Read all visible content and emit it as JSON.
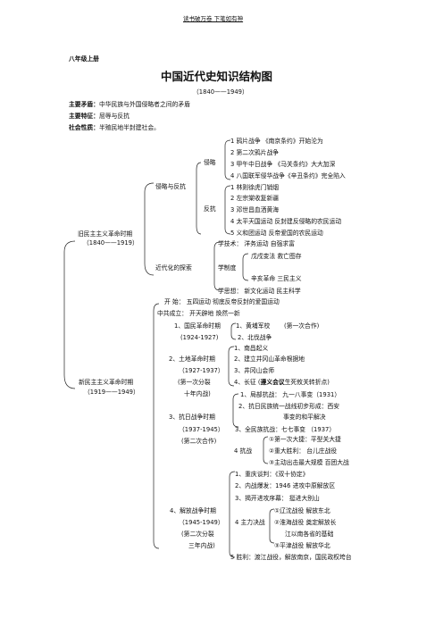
{
  "header": "读书破万卷 下笔如有神",
  "grade": "八年级上册",
  "title": "中国近代史知识结构图",
  "period": "（1840——1949）",
  "contradiction_label": "主要矛盾：",
  "contradiction": "中华民族与外国侵略者之间的矛盾",
  "feature_label": "主要特征：",
  "feature": "屈辱与反抗",
  "nature_label": "社会性质：",
  "nature": "半殖民地半封建社会。",
  "part1": {
    "title": "旧民主主义革命时期",
    "years": "（1840——1919）",
    "branch1": "侵略与反抗",
    "qinlue_label": "侵略",
    "qinlue": [
      "1 鸦片战争            《南京条约》开始沦为",
      "2 第二次鸦片战争",
      "3 甲午中日战争        《马关条约》大大加深",
      "4 八国联军侵华战争《辛丑条约》完全陷入"
    ],
    "fankang_label": "反抗",
    "fankang": [
      "1 林则徐虎门销烟",
      "2 左宗棠收复新疆",
      "3 邓世昌血洒黄海",
      "4 太平天国运动  反封建反侵略的农民运动",
      "5 义和团运动      反帝爱国的农民运动"
    ],
    "branch2": "近代化的探索",
    "jishu": "学技术：  洋务运动          自强求富",
    "zhidu_label": "学制度",
    "zhidu": [
      "戊戌变法          救亡图存",
      "辛亥革命          三民主义"
    ],
    "sixiang": "学思想：  新文化运动      民主科学"
  },
  "part2": {
    "title": "新民主主义革命时期",
    "years": "（1919——1949）",
    "start": "开        始：    五四运动    彻底反帝反封的爱国运动",
    "founding": "中共成立：               开天辟地        焕然一新",
    "p1_label": "1、国民革命时期",
    "p1_years": "(1924-1927)",
    "p1_items": [
      "1、黄埔军校",
      "2、北伐战争"
    ],
    "p1_note": "(第一次合作)",
    "p2_label": "2、土地革命时期",
    "p2_years": "（1927-1937）",
    "p2_note1": "(第一次分裂",
    "p2_note2": "十年内战)",
    "p2_items": [
      "1、南昌起义",
      "2、建立井冈山革命根据地",
      "3、井冈山会师"
    ],
    "changzheng": "4、长征  (",
    "zunyi": "遵义会议",
    "zhuanzhe": "生死攸关转折点)",
    "p3_label": "3、抗日战争时期",
    "p3_years": "（1937-1945）",
    "p3_note": "(第二次合作)",
    "p3_items": [
      "1、局部抗战：    九一八事变（1931）",
      "2、抗日民族统一战线初步形成：西安",
      "事变的和平解决",
      "3、全民族抗战：七七事变      （1937）"
    ],
    "kangzhan_label": "4  抗战",
    "kangzhan": [
      "①第一次大捷：平型关大捷",
      "②重大胜利：      台儿庄战役",
      "③主动出击最大规模  百团大战"
    ],
    "p4_label": "4、解放战争时期",
    "p4_years": "（1945-1949）",
    "p4_note1": "(第二次分裂",
    "p4_note2": "三年内战)",
    "p4_items": [
      "1、重庆谈判：《双十协定》",
      "2、内战爆发：1946  进攻中原解放区",
      "3、揭开进攻序幕：    挺进大别山"
    ],
    "juezhan_label": "4 主力决战",
    "juezhan": [
      "①辽沈战役    解放东北",
      "②淮海战役    奠定解放长",
      "江以南各省的基础",
      "③平津战役    解放华北"
    ],
    "victory": "5 胜利：渡江战役，解放南京，国民政权垮台"
  }
}
